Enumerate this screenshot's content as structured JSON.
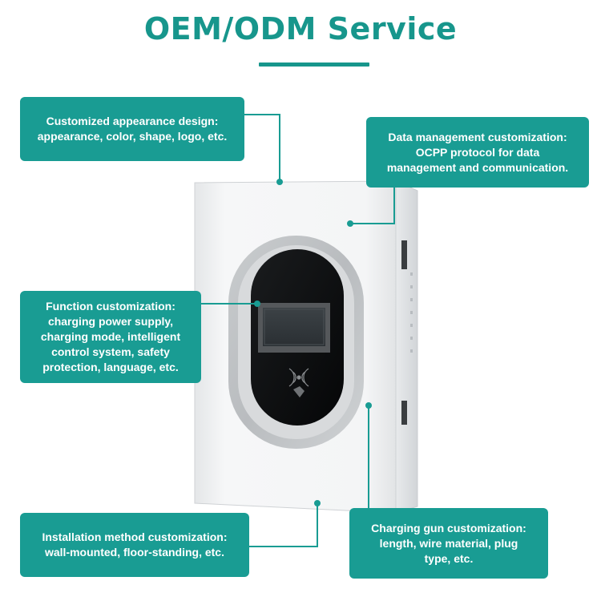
{
  "header": {
    "title": "OEM/ODM Service"
  },
  "callouts": {
    "appearance": "Customized appearance design:\nappearance, color, shape, logo, etc.",
    "data_management": "Data management customization:\nOCPP protocol for data\nmanagement and communication.",
    "function": "Function customization:\ncharging power supply,\ncharging mode, intelligent\ncontrol system, safety\nprotection, language, etc.",
    "installation": "Installation method customization:\nwall-mounted, floor-standing, etc.",
    "charging_gun": "Charging gun customization:\nlength, wire material, plug\ntype, etc."
  },
  "colors": {
    "accent": "#199c93",
    "title": "#17968c"
  }
}
